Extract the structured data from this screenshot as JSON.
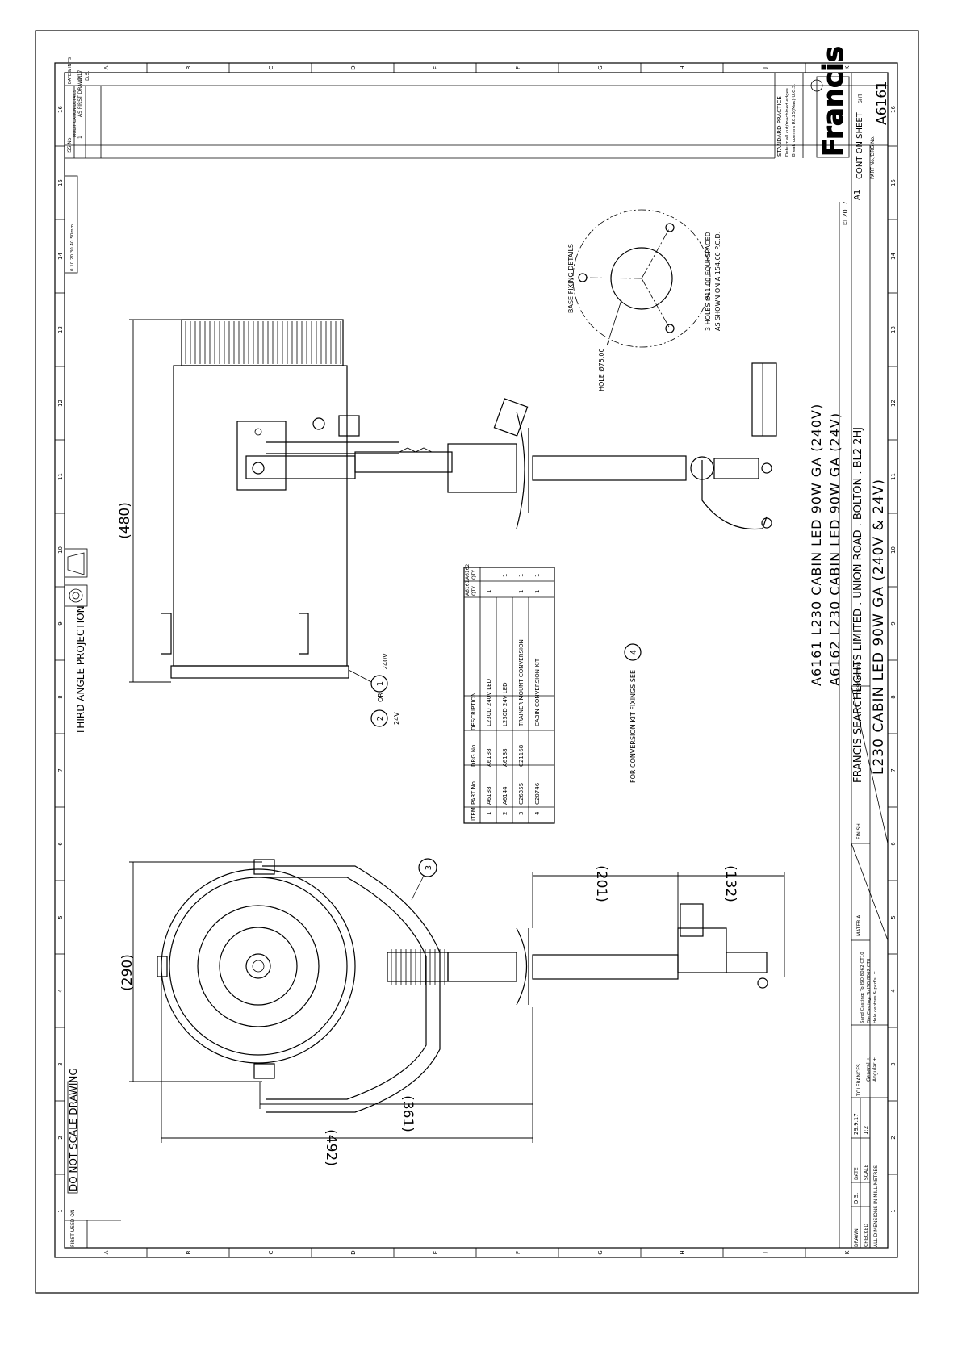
{
  "title_block": {
    "company": "FRANCIS SEARCHLIGHTS LIMITED . UNION ROAD . BOLTON . BL2 2HJ",
    "title_line1": "A6161 L230 CABIN LED 90W GA (240V)",
    "title_line2": "A6162 L230 CABIN LED 90W GA (24V)",
    "description": "L230 CABIN LED 90W GA (240V & 24V)",
    "description_label": "DESCRIPTION",
    "finish_label": "FINISH",
    "material_label": "MATERIAL",
    "tolerances_label": "TOLERANCES",
    "tolerances_general": "General ±",
    "tolerances_angular": "Angular ±",
    "tolerance_note1": "Sand Casting: To ISO 8062 CT10",
    "tolerance_note2": "Die Casting: To ISO 8062 CT8",
    "tolerance_note3": "Hole centres & pcd's: ±",
    "drawn_label": "DRAWN",
    "drawn_value": "D.S.",
    "date_label": "DATE",
    "date_value": "29.9.17",
    "checked_label": "CHECKED",
    "scale_label": "SCALE",
    "scale_value": "1:2",
    "all_dims": "ALL DIMENSIONS IN MILLIMETRES",
    "copyright": "© 2017",
    "sheet_size": "A1",
    "cont_on_sheet": "CONT ON SHEET",
    "part_no_label": "PART No./DRG No.",
    "part_no": "A6161",
    "sheet_label": "SHT",
    "sheet_no": "1",
    "logo_text": "Francis",
    "standard_practice_title": "STANDARD PRACTICE",
    "standard_practice_1": "Deburr all cut/machined edges",
    "standard_practice_2": "Break corners R0.25(Max) U.O.S."
  },
  "revision": {
    "iss_label": "ISS No",
    "mod_label": "MODIFICATION DETAILS",
    "date_label": "DATE & INITS",
    "iss": "1",
    "mod": "AS FIRST DRAWN",
    "date": "9.17",
    "inits": "D.S."
  },
  "notes": {
    "projection": "THIRD ANGLE PROJECTION",
    "do_not_scale": "DO NOT SCALE DRAWING",
    "first_used_on": "FIRST USED ON",
    "base_fixing": "BASE FIXING DETAILS",
    "holes_line1": "3 HOLES Ø11.00 EQUI-SPACED",
    "holes_line2": "AS SHOWN ON A 154.00 P.C.D.",
    "hole_dia": "HOLE Ø75.00",
    "conversion": "FOR CONVERSION KIT FIXINGS SEE",
    "conversion_balloon": "4",
    "or_label": "OR",
    "v24": "24V",
    "v240": "240V",
    "scale_bar": "0 10 20 30 40 50mm"
  },
  "balloons": {
    "b1": "1",
    "b2": "2",
    "b3": "3"
  },
  "dimensions": {
    "d480": "(480)",
    "d290": "(290)",
    "d361": "(361)",
    "d492": "(492)",
    "d201": "(201)",
    "d132": "(132)"
  },
  "grid": {
    "cols": [
      "1",
      "2",
      "3",
      "4",
      "5",
      "6",
      "7",
      "8",
      "9",
      "10",
      "11",
      "12",
      "13",
      "14",
      "15",
      "16"
    ],
    "rows": [
      "A",
      "B",
      "C",
      "D",
      "E",
      "F",
      "G",
      "H",
      "J",
      "K"
    ]
  },
  "parts_table": {
    "headers": [
      "ITEM",
      "PART No.",
      "DRG No.",
      "DESCRIPTION",
      "QTY",
      "QTY"
    ],
    "variants": [
      "A6161",
      "A6162"
    ],
    "rows": [
      {
        "item": "1",
        "part": "A6138",
        "drg": "A6138",
        "desc": "L230D 240V LED",
        "q1": "1",
        "q2": ""
      },
      {
        "item": "2",
        "part": "A6144",
        "drg": "A6138",
        "desc": "L230D 24V LED",
        "q1": "",
        "q2": "1"
      },
      {
        "item": "3",
        "part": "C26355",
        "drg": "C21168",
        "desc": "TRAINER MOUNT CONVERSION",
        "q1": "1",
        "q2": "1"
      },
      {
        "item": "4",
        "part": "C20746",
        "drg": "",
        "desc": "CABIN CONVERSION KIT",
        "q1": "1",
        "q2": "1"
      }
    ]
  }
}
